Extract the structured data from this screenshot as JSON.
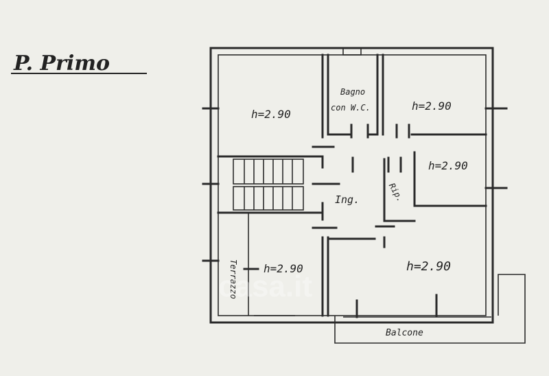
{
  "plan_title": "P. Primo",
  "rooms": [
    {
      "id": "room-top-left",
      "label": "h=2.90"
    },
    {
      "id": "bathroom",
      "label_line1": "Bagno",
      "label_line2": "con W.C."
    },
    {
      "id": "room-top-right",
      "label": "h=2.90"
    },
    {
      "id": "room-mid-right",
      "label": "h=2.90"
    },
    {
      "id": "closet",
      "label": "Rip."
    },
    {
      "id": "entrance",
      "label": "Ing."
    },
    {
      "id": "room-bottom-left",
      "label": "h=2.90"
    },
    {
      "id": "terrace-left",
      "label": "Terrazzo"
    },
    {
      "id": "room-bottom-right",
      "label": "h=2.90"
    },
    {
      "id": "balcony",
      "label": "Balcone"
    }
  ],
  "watermark": "casa.it"
}
